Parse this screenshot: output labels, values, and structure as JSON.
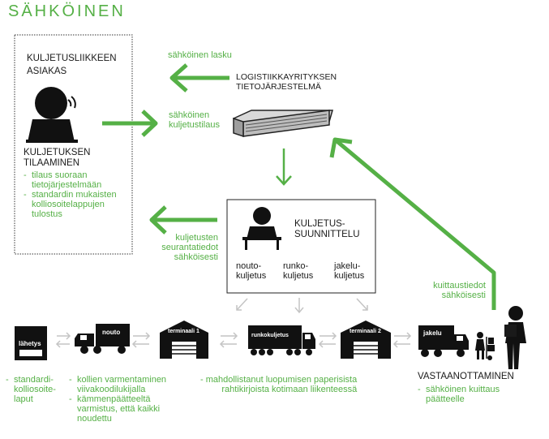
{
  "title": "SÄHKÖINEN",
  "customer": {
    "heading": [
      "KULJETUSLIIKKEEN",
      "ASIAKAS"
    ],
    "ordering_heading": [
      "KULJETUKSEN",
      "TILAAMINEN"
    ],
    "bullets": [
      [
        "tilaus suoraan",
        "tietojärjestelmään"
      ],
      [
        "standardin mukaisten",
        "kolliosoitelappujen",
        "tulostus"
      ]
    ]
  },
  "logistics_system": [
    "LOGISTIIKKAYRITYKSEN",
    "TIETOJÄRJESTELMÄ"
  ],
  "arrows": {
    "invoice": "sähköinen lasku",
    "order": [
      "sähköinen",
      "kuljetustilaus"
    ],
    "tracking": [
      "kuljetusten",
      "seurantatiedot",
      "sähköisesti"
    ],
    "receipt": [
      "kuittaustiedot",
      "sähköisesti"
    ]
  },
  "planning": {
    "heading": [
      "KULJETUS-",
      "SUUNNITTELU"
    ],
    "columns": [
      [
        "nouto-",
        "kuljetus"
      ],
      [
        "runko-",
        "kuljetus"
      ],
      [
        "jakelu-",
        "kuljetus"
      ]
    ]
  },
  "chain": {
    "stages": [
      "lähetys",
      "nouto",
      "terminaali 1",
      "runkokuljetus",
      "terminaali 2",
      "jakelu"
    ]
  },
  "notes": {
    "labels": [
      "standardi-",
      "kolliosoite-",
      "laput"
    ],
    "pickup": [
      "kollien varmentaminen",
      "viivakoodilukijalla",
      "kämmenpäätteeltä",
      "varmistus, että kaikki",
      "noudettu"
    ],
    "terminal": [
      "mahdollistanut luopumisen paperisista",
      "rahtikirjoista kotimaan liikenteessä"
    ]
  },
  "receiving": {
    "heading": "VASTAANOTTAMINEN",
    "bullets": [
      [
        "sähköinen kuittaus",
        "päätteelle"
      ]
    ]
  },
  "colors": {
    "accent": "#55b046",
    "dark": "#1a1a1a",
    "arrow_grey": "#c4c4c4"
  }
}
